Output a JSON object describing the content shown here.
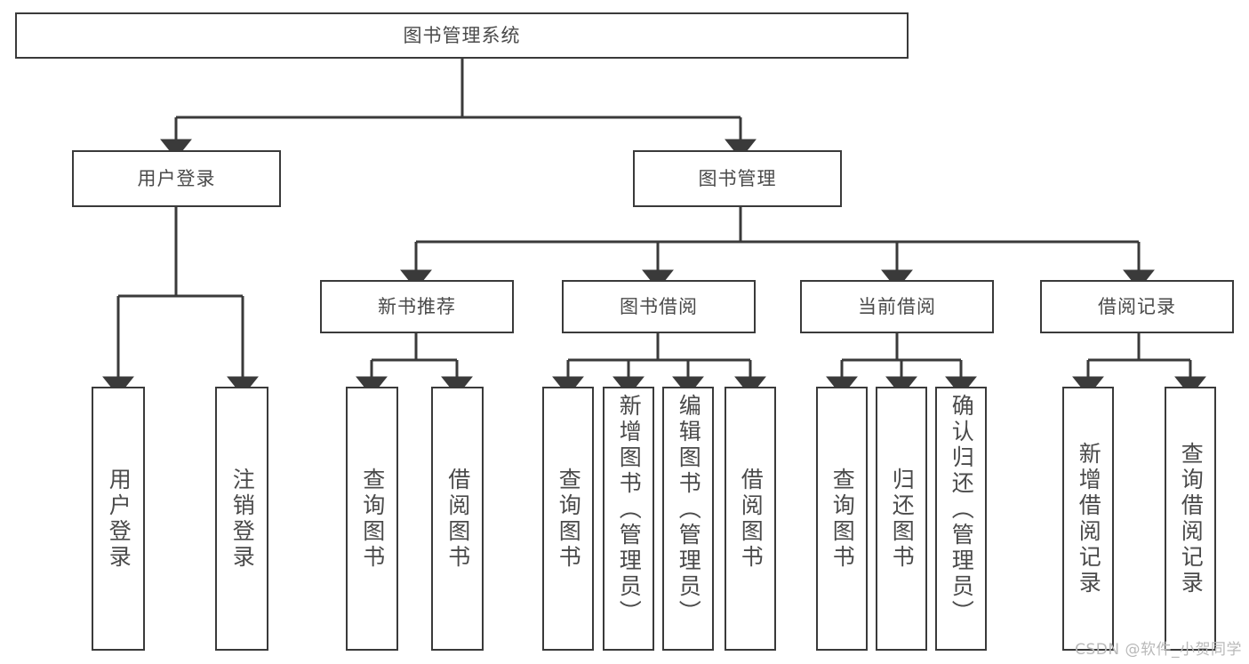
{
  "diagram": {
    "title": "图书管理系统",
    "type": "tree-hierarchy",
    "watermark": "CSDN @软件_小贺同学",
    "edge_color": "#3a3a3a",
    "box_border_color": "#3a3a3a",
    "box_fill_color": "#ffffff",
    "text_color": "#4a4a4a"
  },
  "nodes": {
    "root": {
      "label": "图书管理系统"
    },
    "level2": [
      {
        "label": "用户登录"
      },
      {
        "label": "图书管理"
      }
    ],
    "level3": [
      {
        "label": "新书推荐"
      },
      {
        "label": "图书借阅"
      },
      {
        "label": "当前借阅"
      },
      {
        "label": "借阅记录"
      }
    ],
    "leaves": [
      {
        "label": "用户登录"
      },
      {
        "label": "注销登录"
      },
      {
        "label": "查询图书"
      },
      {
        "label": "借阅图书"
      },
      {
        "label": "查询图书"
      },
      {
        "label": "新增图书（管理员）"
      },
      {
        "label": "编辑图书（管理员）"
      },
      {
        "label": "借阅图书"
      },
      {
        "label": "查询图书"
      },
      {
        "label": "归还图书"
      },
      {
        "label": "确认归还（管理员）"
      },
      {
        "label": "新增借阅记录"
      },
      {
        "label": "查询借阅记录"
      }
    ]
  },
  "hierarchy": {
    "图书管理系统": [
      "用户登录",
      "图书管理"
    ],
    "用户登录": [
      "用户登录",
      "注销登录"
    ],
    "图书管理": [
      "新书推荐",
      "图书借阅",
      "当前借阅",
      "借阅记录"
    ],
    "新书推荐": [
      "查询图书",
      "借阅图书"
    ],
    "图书借阅": [
      "查询图书",
      "新增图书（管理员）",
      "编辑图书（管理员）",
      "借阅图书"
    ],
    "当前借阅": [
      "查询图书",
      "归还图书",
      "确认归还（管理员）"
    ],
    "借阅记录": [
      "新增借阅记录",
      "查询借阅记录"
    ]
  }
}
